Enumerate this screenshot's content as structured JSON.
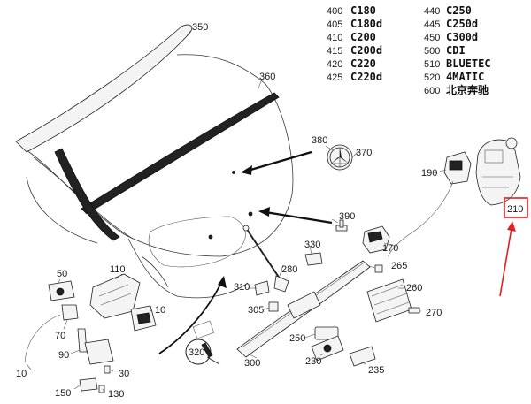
{
  "callouts": [
    {
      "id": "350",
      "label": "350"
    },
    {
      "id": "360",
      "label": "360"
    },
    {
      "id": "380",
      "label": "380"
    },
    {
      "id": "370",
      "label": "370"
    },
    {
      "id": "190",
      "label": "190"
    },
    {
      "id": "210",
      "label": "210"
    },
    {
      "id": "390",
      "label": "390"
    },
    {
      "id": "330",
      "label": "330"
    },
    {
      "id": "280",
      "label": "280"
    },
    {
      "id": "170",
      "label": "170"
    },
    {
      "id": "265",
      "label": "265"
    },
    {
      "id": "260",
      "label": "260"
    },
    {
      "id": "270",
      "label": "270"
    },
    {
      "id": "310",
      "label": "310"
    },
    {
      "id": "305",
      "label": "305"
    },
    {
      "id": "250",
      "label": "250"
    },
    {
      "id": "230",
      "label": "230"
    },
    {
      "id": "235",
      "label": "235"
    },
    {
      "id": "300",
      "label": "300"
    },
    {
      "id": "320",
      "label": "320"
    },
    {
      "id": "110",
      "label": "110"
    },
    {
      "id": "50",
      "label": "50"
    },
    {
      "id": "70",
      "label": "70"
    },
    {
      "id": "90",
      "label": "90"
    },
    {
      "id": "10a",
      "label": "10"
    },
    {
      "id": "10b",
      "label": "10"
    },
    {
      "id": "30",
      "label": "30"
    },
    {
      "id": "150",
      "label": "150"
    },
    {
      "id": "130",
      "label": "130"
    }
  ],
  "legend": [
    {
      "num": "400",
      "code": "C180"
    },
    {
      "num": "405",
      "code": "C180d"
    },
    {
      "num": "410",
      "code": "C200"
    },
    {
      "num": "415",
      "code": "C200d"
    },
    {
      "num": "420",
      "code": "C220"
    },
    {
      "num": "425",
      "code": "C220d"
    },
    {
      "num": "440",
      "code": "C250"
    },
    {
      "num": "445",
      "code": "C250d"
    },
    {
      "num": "450",
      "code": "C300d"
    },
    {
      "num": "500",
      "code": "CDI"
    },
    {
      "num": "510",
      "code": "BLUETEC"
    },
    {
      "num": "520",
      "code": "4MATIC"
    },
    {
      "num": "600",
      "code": "北京奔驰"
    }
  ],
  "colors": {
    "highlight": "#e02020",
    "ink": "#222222"
  }
}
